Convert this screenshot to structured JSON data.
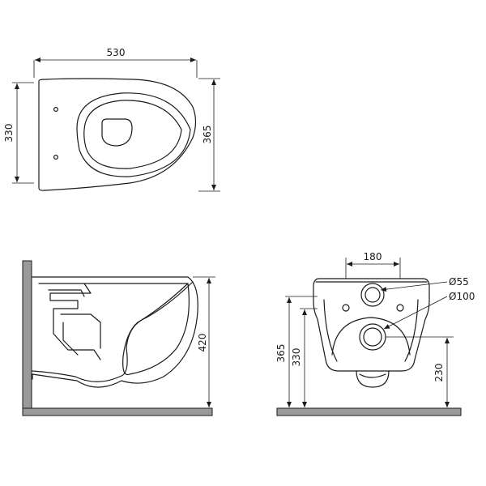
{
  "colors": {
    "line": "#1a1a1a",
    "wall": "#9a9a9a",
    "background": "#ffffff"
  },
  "top_view": {
    "width_label": "530",
    "depth_inner_label": "330",
    "depth_outer_label": "365"
  },
  "side_view": {
    "height_label": "420"
  },
  "back_view": {
    "spacing_label": "180",
    "small_hole_label": "Ø55",
    "large_hole_label": "Ø100",
    "height_outer_label": "365",
    "height_inner_label": "330",
    "outlet_height_label": "230"
  }
}
